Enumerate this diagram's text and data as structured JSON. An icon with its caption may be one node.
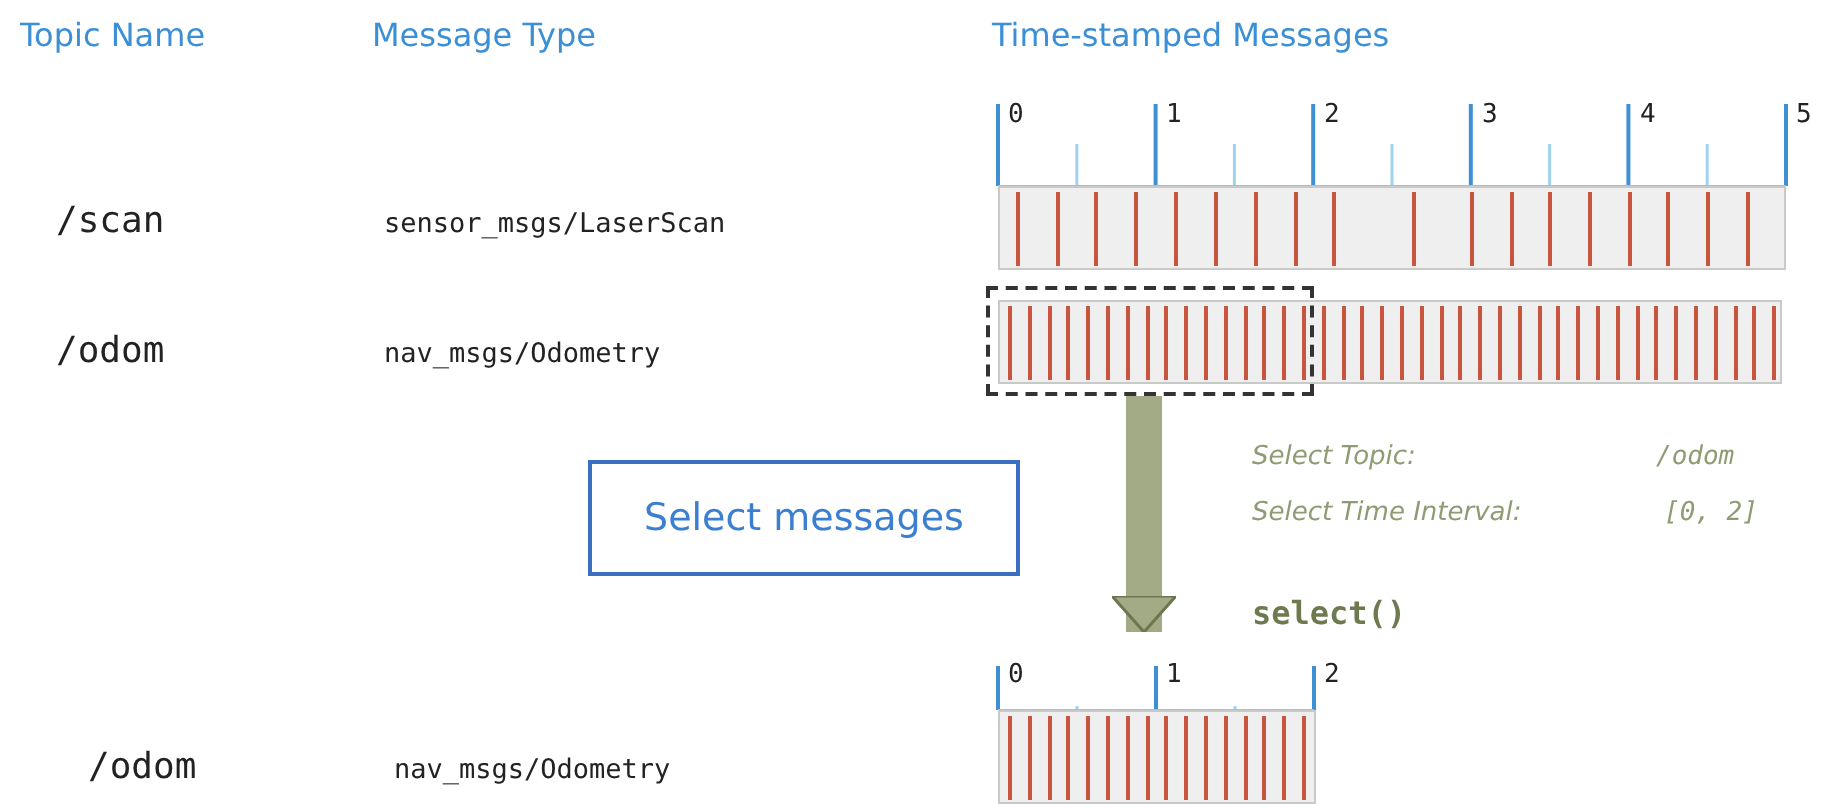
{
  "diagram": {
    "nodes": [
      {
        "text": [
          "Select messages"
        ]
      },
      {
        "text": [],
        "shape": "bar"
      },
      {
        "text": [],
        "shape": "bar"
      },
      {
        "text": [],
        "shape": "box"
      },
      {
        "text": [],
        "shape": "bar"
      }
    ],
    "edges": [
      {
        "from": 3,
        "to": 4,
        "arrow": "to"
      }
    ],
    "labels": [
      "Topic Name",
      "Message Type",
      "Time-stamped Messages",
      "0",
      "1",
      "2",
      "3",
      "4",
      "5",
      "/scan",
      "sensor_msgs/LaserScan",
      "/odom",
      "nav_msgs/Odometry",
      "Select Topic:",
      "/odom",
      "Select Time Interval:",
      "[0, 2]",
      "select()",
      "0",
      "1",
      "2",
      "/odom",
      "nav_msgs/Odometry"
    ]
  }
}
